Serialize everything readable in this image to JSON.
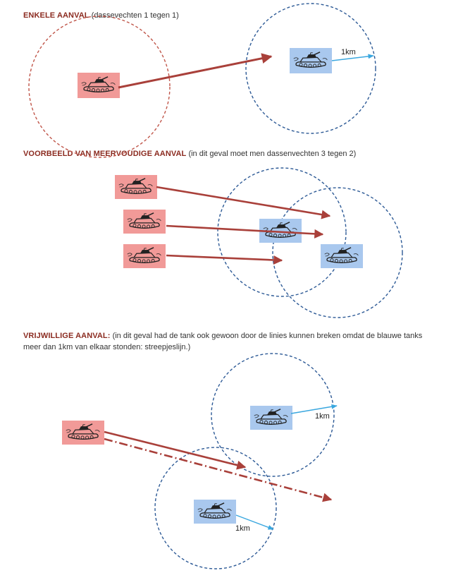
{
  "sections": [
    {
      "title": "ENKELE AANVAL",
      "note": "(dassevechten 1 tegen 1)"
    },
    {
      "title": "VOORBEELD VAN MEERVOUDIGE AANVAL",
      "note": "(in dit geval moet men dassenvechten 3 tegen 2)"
    },
    {
      "title": "VRIJWILLIGE AANVAL:",
      "note": "(in dit geval had de tank ook gewoon door de linies kunnen breken omdat de blauwe tanks meer dan 1km van elkaar stonden: streepjeslijn.)"
    }
  ],
  "labels": {
    "radius_1": "1km",
    "radius_2": "1km",
    "radius_3": "1km"
  },
  "colors": {
    "attacker": "#f19a98",
    "defender": "#a9c8ee",
    "arrow": "#a9403a",
    "red_circle": "#c0564a",
    "blue_circle": "#2d5a96",
    "radius_arrow": "#3aa7df",
    "heading": "#8b2b20"
  },
  "icons": {
    "unit": "tank-icon"
  }
}
